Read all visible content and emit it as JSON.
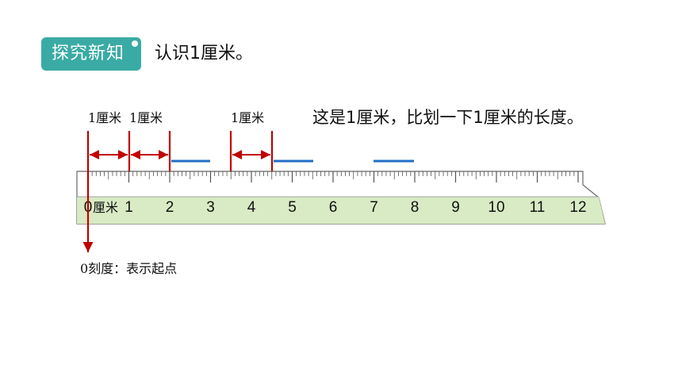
{
  "header": {
    "badge_label": "探究新知",
    "title": "认识1厘米。"
  },
  "caption": "这是1厘米，比划一下1厘米的长度。",
  "cm_labels": [
    "1厘米",
    "1厘米",
    "1厘米"
  ],
  "ruler": {
    "numbers": [
      "0",
      "1",
      "2",
      "3",
      "4",
      "5",
      "6",
      "7",
      "8",
      "9",
      "10",
      "11",
      "12"
    ],
    "unit_label": "厘米"
  },
  "zero_note": "0刻度：表示起点",
  "colors": {
    "badge": "#3aaba4",
    "arrow": "#c00000",
    "segment": "#1f6fc6",
    "ruler_fill": "#d8ebc4",
    "ruler_stroke": "#666666"
  }
}
